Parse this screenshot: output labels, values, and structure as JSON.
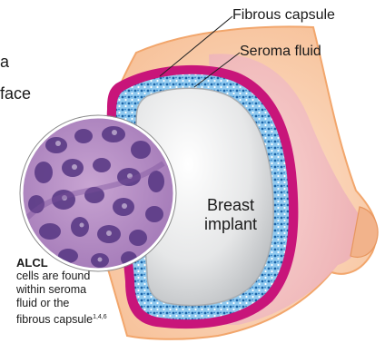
{
  "labels": {
    "fibrous_capsule": "Fibrous capsule",
    "seroma_fluid": "Seroma fluid",
    "breast_implant": "Breast implant",
    "partial_left_1": "a",
    "partial_left_2": "face"
  },
  "note": {
    "title": "ALCL",
    "lines": [
      "cells are found",
      "within seroma",
      "fluid or the"
    ],
    "last_line": "fibrous capsule",
    "superscript": "1,4,6"
  },
  "colors": {
    "breast_skin": "#f8d6bd",
    "breast_outline": "#f5b686",
    "capsule": "#c8157a",
    "seroma": "#2a86c9",
    "implant": "#e9eaea",
    "cells_bg": "#b48bc4",
    "nuclei": "#5a3a86"
  }
}
